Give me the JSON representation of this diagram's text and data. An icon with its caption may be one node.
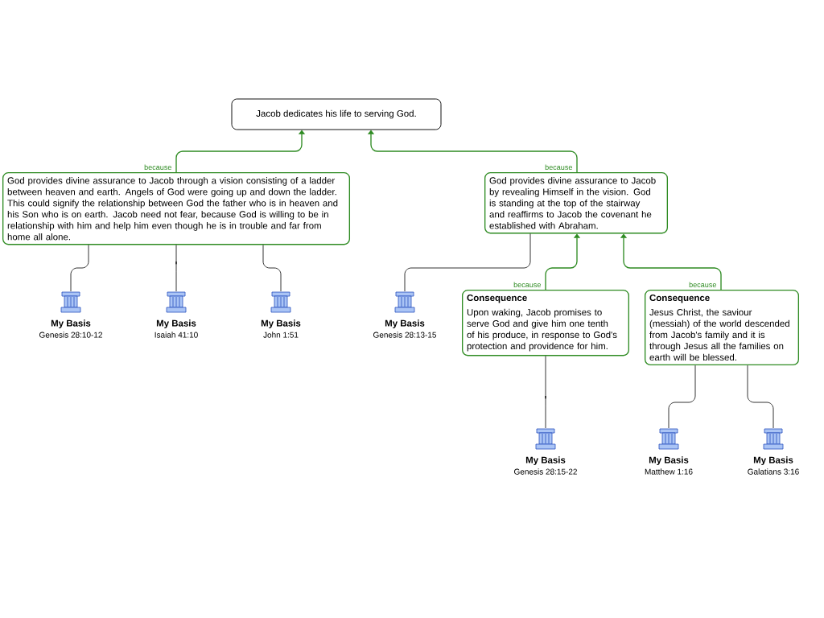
{
  "diagram": {
    "nodes": [
      {
        "text": [
          "Jacob dedicates his life to serving God."
        ]
      },
      {
        "text": [
          "God provides divine assurance to Jacob through a vision consisting of a ladder between heaven and earth. Angels of God were going up and down the ladder. This could signify the relationship between God the father who is in heaven and his Son who is on earth. Jacob need not fear, because God is willing to be in relationship with him and help him even though he is in trouble and far from home all alone."
        ]
      },
      {
        "text": [
          "God provides divine assurance to Jacob by revealing Himself in the vision. God is standing at the top of the stairway and reaffirms to Jacob the covenant he established with Abraham."
        ]
      },
      {
        "text": [
          "My Basis",
          "Genesis 28:10-12"
        ]
      },
      {
        "text": [
          "My Basis",
          "Isaiah 41:10"
        ]
      },
      {
        "text": [
          "My Basis",
          "John 1:51"
        ]
      },
      {
        "text": [
          "My Basis",
          "Genesis 28:13-15"
        ]
      },
      {
        "text": [
          "Consequence",
          "Upon waking, Jacob promises to serve God and give him one tenth of his produce, in response to God's protection and providence for him."
        ]
      },
      {
        "text": [
          "Consequence",
          "Jesus Christ, the saviour (messiah) of the world descended from Jacob's family and it is through Jesus all the families on earth will be blessed."
        ]
      },
      {
        "text": [
          "My Basis",
          "Genesis 28:15-22"
        ]
      },
      {
        "text": [
          "My Basis",
          "Matthew 1:16"
        ]
      },
      {
        "text": [
          "My Basis",
          "Galatians 3:16"
        ]
      }
    ],
    "edges": [
      {
        "from": 1,
        "to": 0,
        "arrow": "to",
        "label": "because",
        "color": "#2e8b22"
      },
      {
        "from": 2,
        "to": 0,
        "arrow": "to",
        "label": "because",
        "color": "#2e8b22"
      },
      {
        "from": 3,
        "to": 1,
        "arrow": "none"
      },
      {
        "from": 4,
        "to": 1,
        "arrow": "none"
      },
      {
        "from": 5,
        "to": 1,
        "arrow": "none"
      },
      {
        "from": 6,
        "to": 2,
        "arrow": "none"
      },
      {
        "from": 7,
        "to": 2,
        "arrow": "to",
        "label": "because",
        "color": "#2e8b22"
      },
      {
        "from": 8,
        "to": 2,
        "arrow": "to",
        "label": "because",
        "color": "#2e8b22"
      },
      {
        "from": 9,
        "to": 7,
        "arrow": "none"
      },
      {
        "from": 10,
        "to": 8,
        "arrow": "none"
      },
      {
        "from": 11,
        "to": 8,
        "arrow": "none"
      }
    ]
  }
}
